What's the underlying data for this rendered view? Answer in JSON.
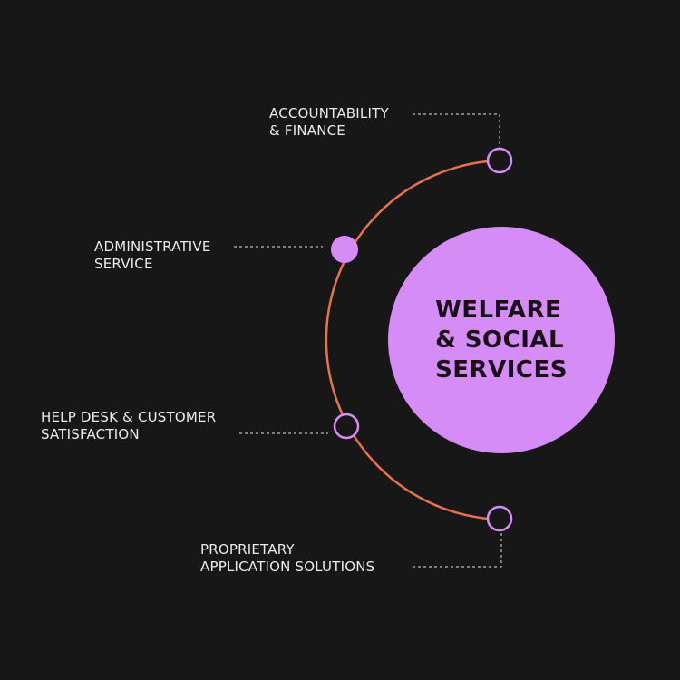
{
  "center": {
    "title_lines": [
      "WELFARE",
      "& SOCIAL",
      "SERVICES"
    ],
    "fill_color": "#d68cf7"
  },
  "arc": {
    "color": "#e8734a"
  },
  "nodes": [
    {
      "id": "accountability",
      "line1": "ACCOUNTABILITY",
      "line2": "& FINANCE",
      "style": "hollow"
    },
    {
      "id": "administrative",
      "line1": "ADMINISTRATIVE",
      "line2": "SERVICE",
      "style": "filled"
    },
    {
      "id": "helpdesk",
      "line1": "HELP DESK & CUSTOMER",
      "line2": "SATISFACTION",
      "style": "hollow"
    },
    {
      "id": "proprietary",
      "line1": "PROPRIETARY",
      "line2": "APPLICATION SOLUTIONS",
      "style": "hollow"
    }
  ],
  "colors": {
    "background": "#181718",
    "node_accent": "#d68cf7",
    "label_text": "#ecebec",
    "connector": "#bdbbbd"
  }
}
